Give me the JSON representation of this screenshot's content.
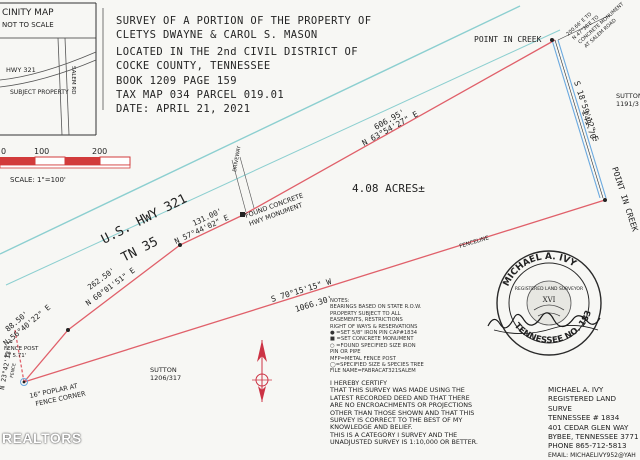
{
  "vicinity_map": {
    "title": "CINITY MAP",
    "subtitle": "NOT TO SCALE",
    "road_label": "HWY 321",
    "subject_label": "SUBJECT PROPERTY",
    "salem_label": "SALEM RD"
  },
  "title_block": {
    "line1": "SURVEY OF A PORTION OF THE PROPERTY OF",
    "line2": "CLETYS DWAYNE & CAROL S. MASON",
    "line3": "LOCATED IN THE 2nd CIVIL DISTRICT OF",
    "line4": "COCKE COUNTY, TENNESSEE",
    "line5": "BOOK  1209 PAGE 159",
    "line6": "TAX MAP  034 PARCEL 019.01",
    "line7": "DATE: APRIL 21, 2021"
  },
  "scale_bar": {
    "label_0": "0",
    "label_100": "100",
    "label_200": "200",
    "scale_text": "SCALE: 1\"=100'"
  },
  "plat": {
    "highway_name": "U.S. HWY 321",
    "highway_route": "TN 35",
    "area": "4.08 ACRES±",
    "point_in_creek_top": "POINT IN CREEK",
    "point_in_creek_right": "POINT IN CREEK",
    "creek_call_top": "200.66' E TO",
    "creek_call_mid": "N 47°38'E TO",
    "creek_call_low": "CONCRETE MONUMENT",
    "creek_call_end": "AT SALEM ROAD",
    "east_bearing": "S 18°59'12\" E",
    "east_distance": "241.70'",
    "north_bearing_1": "606.95'",
    "north_bearing_1b": "N 63°54'27\" E",
    "north_bearing_2": "131.00'",
    "north_bearing_2b": "N 57°44'02\" E",
    "north_bearing_3": "262.50'",
    "north_bearing_3b": "N 60°01'51\" E",
    "north_bearing_4": "88.50'",
    "north_bearing_4b": "N 56°40'22\" E",
    "south_bearing": "S 70°15'15\" W",
    "south_distance": "1066.30'",
    "fenceline": "FENCELINE",
    "driveway": "DRIVEWAY",
    "monument_label_1": "FOUND CONCRETE",
    "monument_label_2": "HWY MONUMENT",
    "fence_post": "FENCE POST",
    "fence_post_2": "AT 5.71'",
    "west_bearing": "N 23°42'13\" W",
    "west_fence": "FENCE",
    "poplar_1": "16\" POPLAR AT",
    "poplar_2": "FENCE CORNER",
    "sutton_south": "SUTTON",
    "sutton_south_ref": "1206/317",
    "sutton_east": "SUTTON",
    "sutton_east_ref": "1191/3"
  },
  "notes": {
    "heading": "NOTES:",
    "lines": [
      "BEARINGS BASED ON STATE R.O.W.",
      "PROPERTY SUBJECT TO ALL",
      "EASEMENTS, RESTRICTIONS",
      "RIGHT OF WAYS & RESERVATIONS",
      "● =SET 5/8\" IRON PIN CAP#1834",
      "■ =SET CONCRETE MONUMENT",
      "○ =FOUND SPECIFIED SIZE IRON",
      "PIN OR PIPE",
      "MFP=METAL FENCE POST",
      "◯=SPECIFIED SIZE & SPECIES TREE",
      "FILE NAME=FABRACAT321SALEM"
    ]
  },
  "certification": {
    "lines": [
      "I HEREBY CERTIFY",
      "THAT THIS SURVEY WAS MADE USING THE",
      "LATEST RECORDED DEED AND THAT THERE",
      "ARE NO ENCROACHMENTS OR PROJECTIONS",
      "OTHER THAN THOSE SHOWN AND THAT THIS",
      "SURVEY IS CORRECT TO THE BEST OF MY",
      "KNOWLEDGE AND BELIEF.",
      "THIS IS A CATEGORY I SURVEY AND THE",
      "UNADJUSTED SURVEY IS 1:10,000 OR BETTER."
    ]
  },
  "surveyor": {
    "name": "MICHAEL A. IVY",
    "title": "REGISTERED LAND SURVE",
    "license": "TENNESSEE # 1834",
    "address1": "401 CEDAR GLEN WAY",
    "address2": "BYBEE, TENNESSEE 3771",
    "phone": "PHONE 865-712-5813",
    "email": "EMAIL: MICHAELIVY952@YAH"
  },
  "seal": {
    "top_text": "MICHAEL A. IVY",
    "middle_text": "REGISTERED LAND SURVEYOR",
    "bottom_text": "TENNESSEE NO. 1834",
    "center_text": "XVI"
  },
  "watermark": "REALTORS",
  "colors": {
    "ink": "#222222",
    "scale_red": "#d23b3b",
    "property_line": "#e0606a",
    "hwy_line": "#8ccfd0",
    "creek_line": "#6aa9e0",
    "north_arrow": "#cc3344"
  }
}
